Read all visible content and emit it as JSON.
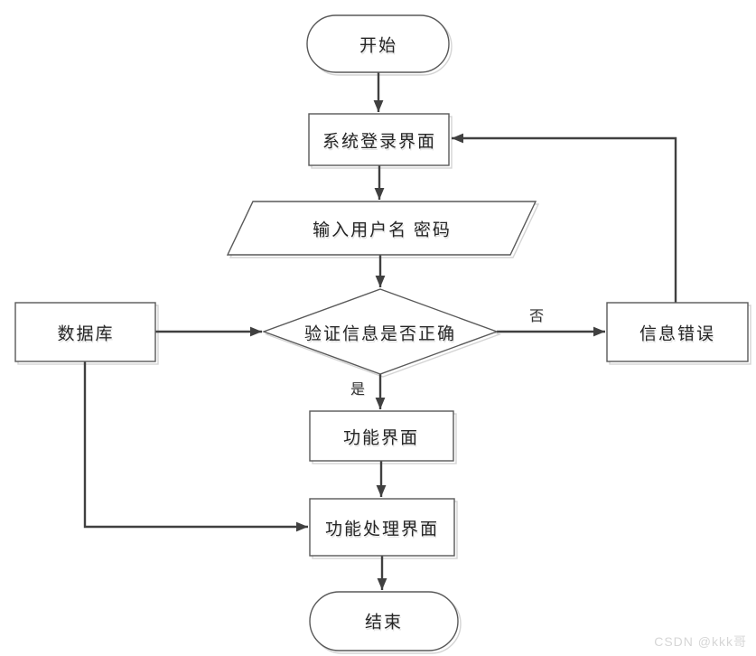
{
  "diagram": {
    "nodes": {
      "start": {
        "label": "开始",
        "type": "terminator"
      },
      "login": {
        "label": "系统登录界面",
        "type": "process"
      },
      "input": {
        "label": "输入用户名 密码",
        "type": "io"
      },
      "verify": {
        "label": "验证信息是否正确",
        "type": "decision"
      },
      "database": {
        "label": "数据库",
        "type": "process"
      },
      "error": {
        "label": "信息错误",
        "type": "process"
      },
      "function": {
        "label": "功能界面",
        "type": "process"
      },
      "handling": {
        "label": "功能处理界面",
        "type": "process"
      },
      "end": {
        "label": "结束",
        "type": "terminator"
      }
    },
    "edge_labels": {
      "yes": "是",
      "no": "否"
    },
    "colors": {
      "shape_stroke": "#595959",
      "arrow": "#404040",
      "shadow": "#d4d4d4",
      "text": "#262626",
      "watermark": "#d6d6d6"
    }
  },
  "watermark": {
    "text": "CSDN @kkk哥"
  }
}
